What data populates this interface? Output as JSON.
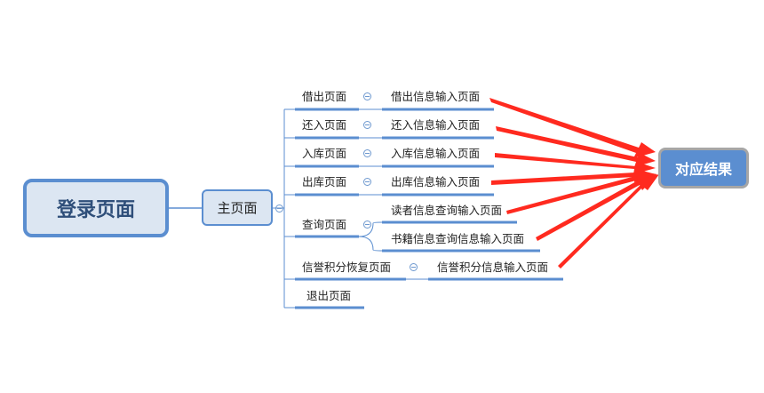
{
  "root": {
    "label": "登录页面"
  },
  "main": {
    "label": "主页面"
  },
  "result": {
    "label": "对应结果"
  },
  "branches": [
    {
      "label": "借出页面",
      "child": "借出信息输入页面"
    },
    {
      "label": "还入页面",
      "child": "还入信息输入页面"
    },
    {
      "label": "入库页面",
      "child": "入库信息输入页面"
    },
    {
      "label": "出库页面",
      "child": "出库信息输入页面"
    },
    {
      "label": "查询页面",
      "children": [
        "读者信息查询输入页面",
        "书籍信息查询信息输入页面"
      ]
    },
    {
      "label": "信誉积分恢复页面",
      "child": "信誉积分信息输入页面"
    },
    {
      "label": "退出页面"
    }
  ],
  "colors": {
    "node_border": "#5b8ed0",
    "node_fill": "#dce6f2",
    "underline": "#5b8ed0",
    "arrow": "#ff2a1f",
    "result_fill": "#5b8ed0",
    "result_border": "#a6a6a6"
  }
}
